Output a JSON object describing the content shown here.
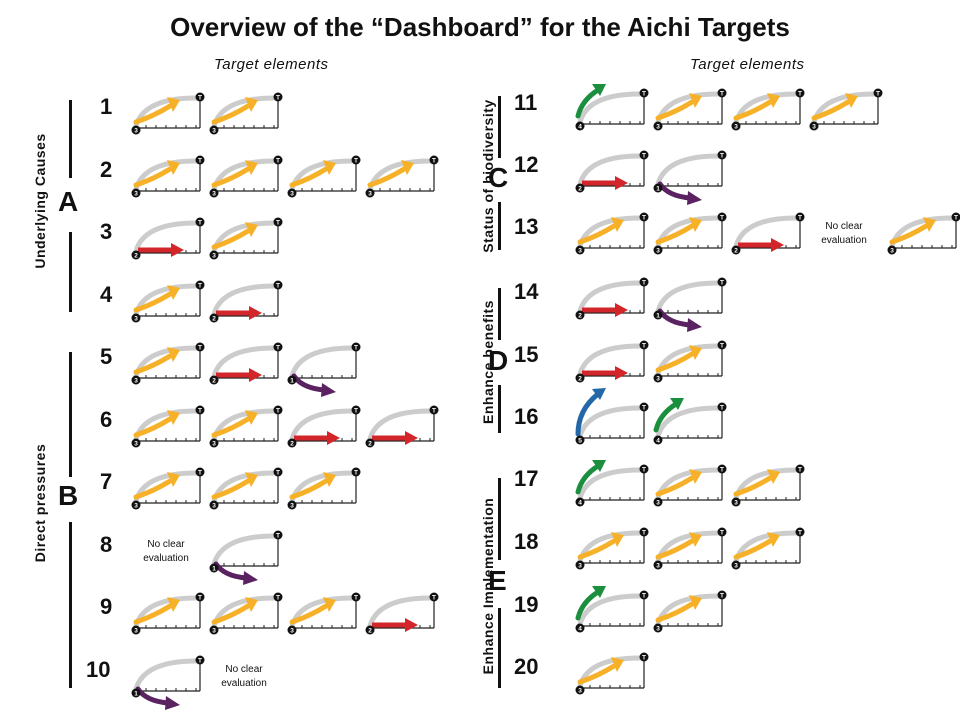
{
  "title": "Overview of the “Dashboard” for the Aichi Targets",
  "column_headers": [
    "Target elements",
    "Target elements"
  ],
  "colors": {
    "green": "#1c8f3e",
    "yellow": "#f6b128",
    "red": "#d3262a",
    "purple": "#5a2260",
    "blue": "#2467a8",
    "track": "#cccccc"
  },
  "goals": [
    {
      "letter": "A",
      "label": "Underlying Causes"
    },
    {
      "letter": "B",
      "label": "Direct pressures"
    },
    {
      "letter": "C",
      "label": "Status of biodiversity"
    },
    {
      "letter": "D",
      "label": "Enhance benefits"
    },
    {
      "letter": "E",
      "label": "Enhance Implementation"
    }
  ],
  "no_clear_text": "No clear evaluation",
  "gauge_end_label": "T",
  "targets": [
    {
      "number": "1",
      "elements": [
        3,
        3
      ]
    },
    {
      "number": "2",
      "elements": [
        3,
        3,
        3,
        3
      ]
    },
    {
      "number": "3",
      "elements": [
        2,
        3
      ]
    },
    {
      "number": "4",
      "elements": [
        3,
        2
      ]
    },
    {
      "number": "5",
      "elements": [
        3,
        2,
        1
      ]
    },
    {
      "number": "6",
      "elements": [
        3,
        3,
        2,
        2
      ]
    },
    {
      "number": "7",
      "elements": [
        3,
        3,
        3
      ]
    },
    {
      "number": "8",
      "elements": [
        0,
        1
      ]
    },
    {
      "number": "9",
      "elements": [
        3,
        3,
        3,
        2
      ]
    },
    {
      "number": "10",
      "elements": [
        1,
        0
      ]
    },
    {
      "number": "11",
      "elements": [
        4,
        3,
        3,
        3
      ]
    },
    {
      "number": "12",
      "elements": [
        2,
        1
      ]
    },
    {
      "number": "13",
      "elements": [
        3,
        3,
        2,
        0,
        3
      ]
    },
    {
      "number": "14",
      "elements": [
        2,
        1
      ]
    },
    {
      "number": "15",
      "elements": [
        2,
        3
      ]
    },
    {
      "number": "16",
      "elements": [
        5,
        4
      ]
    },
    {
      "number": "17",
      "elements": [
        4,
        3,
        3
      ]
    },
    {
      "number": "18",
      "elements": [
        3,
        3,
        3
      ]
    },
    {
      "number": "19",
      "elements": [
        4,
        3
      ]
    },
    {
      "number": "20",
      "elements": [
        3
      ]
    }
  ]
}
